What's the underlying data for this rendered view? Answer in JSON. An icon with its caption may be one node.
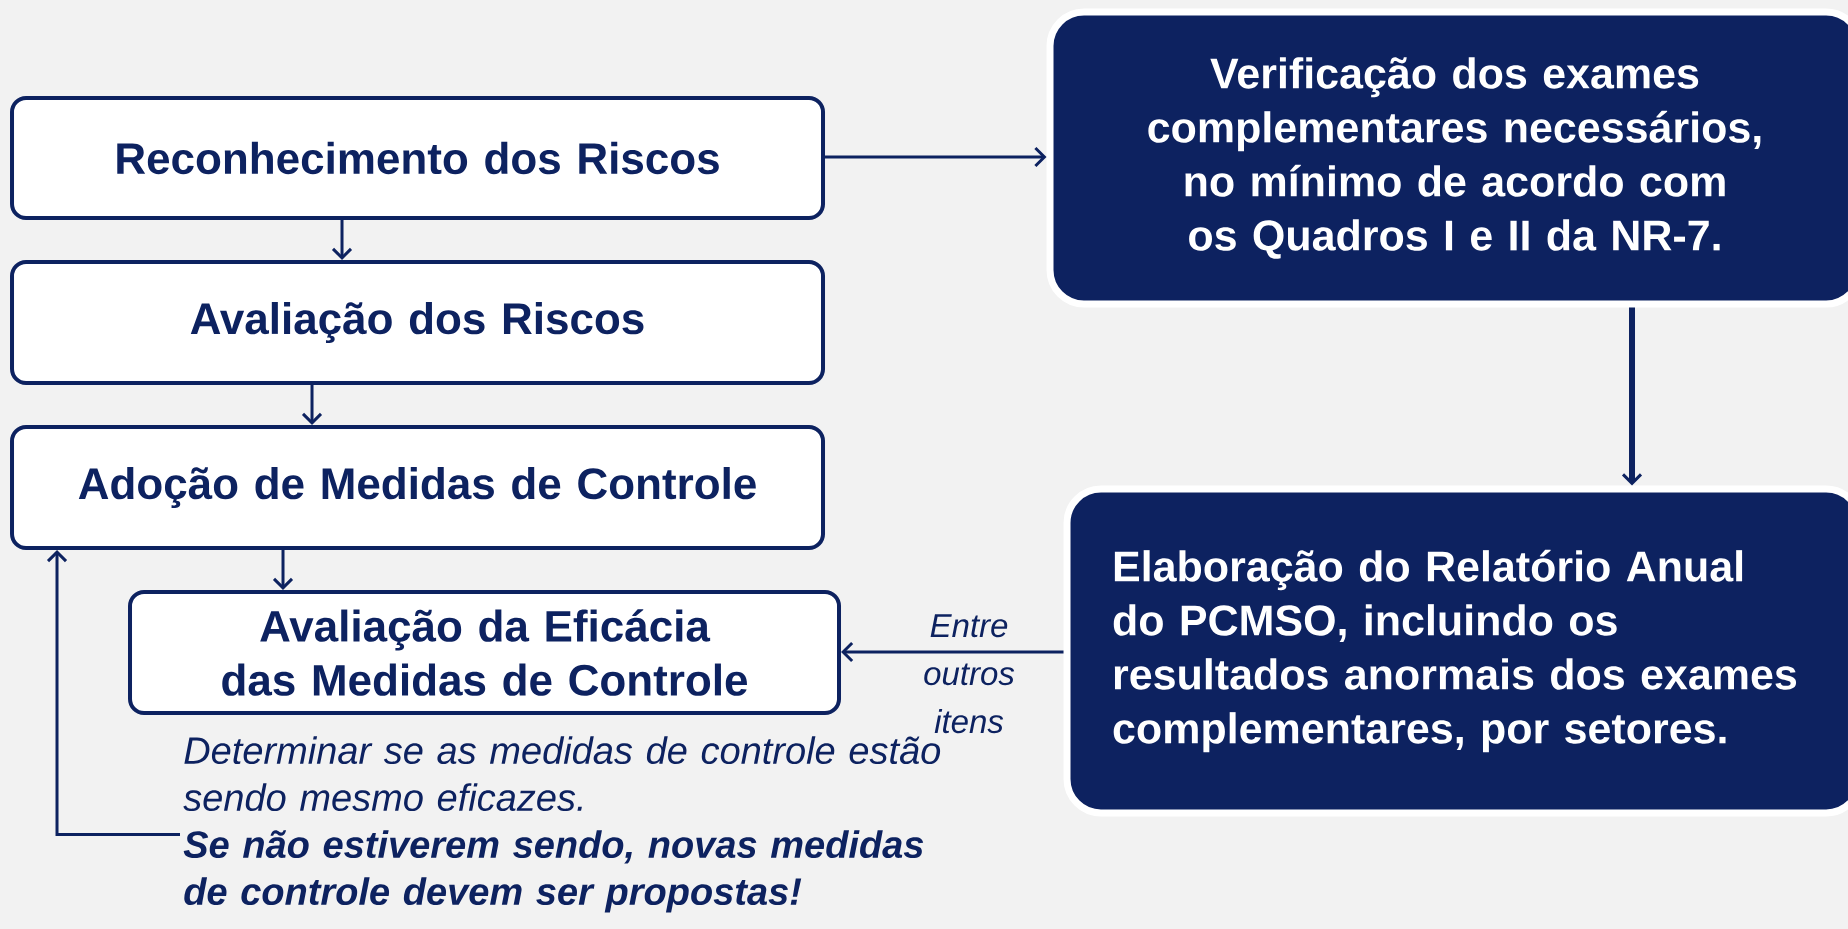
{
  "diagram": {
    "nodes": [
      {
        "text": [
          "Reconhecimento dos Riscos"
        ]
      },
      {
        "text": [
          "Avaliação dos Riscos"
        ]
      },
      {
        "text": [
          "Adoção de Medidas de Controle"
        ]
      },
      {
        "text": [
          "Avaliação da Eficácia das Medidas de Controle"
        ]
      },
      {
        "text": [
          "Verificação dos exames complementares necessários, no mínimo de acordo com os Quadros I e II da NR-7."
        ]
      },
      {
        "text": [
          "Elaboração do Relatório Anual do PCMSO, incluindo os resultados anormais dos exames complementares, por setores."
        ]
      },
      {
        "text": [
          "Determinar se as medidas de controle estão sendo mesmo eficazes.",
          "Se não estiverem sendo, novas medidas de controle devem ser propostas!"
        ]
      }
    ],
    "edges": [
      {
        "from": 0,
        "to": 1,
        "arrow": "to"
      },
      {
        "from": 1,
        "to": 2,
        "arrow": "to"
      },
      {
        "from": 2,
        "to": 3,
        "arrow": "to"
      },
      {
        "from": 0,
        "to": 4,
        "arrow": "to"
      },
      {
        "from": 4,
        "to": 5,
        "arrow": "to",
        "style": "thick"
      },
      {
        "from": 5,
        "to": 3,
        "arrow": "to",
        "label": "Entre outros itens"
      },
      {
        "from": 6,
        "to": 2,
        "arrow": "to"
      }
    ]
  }
}
